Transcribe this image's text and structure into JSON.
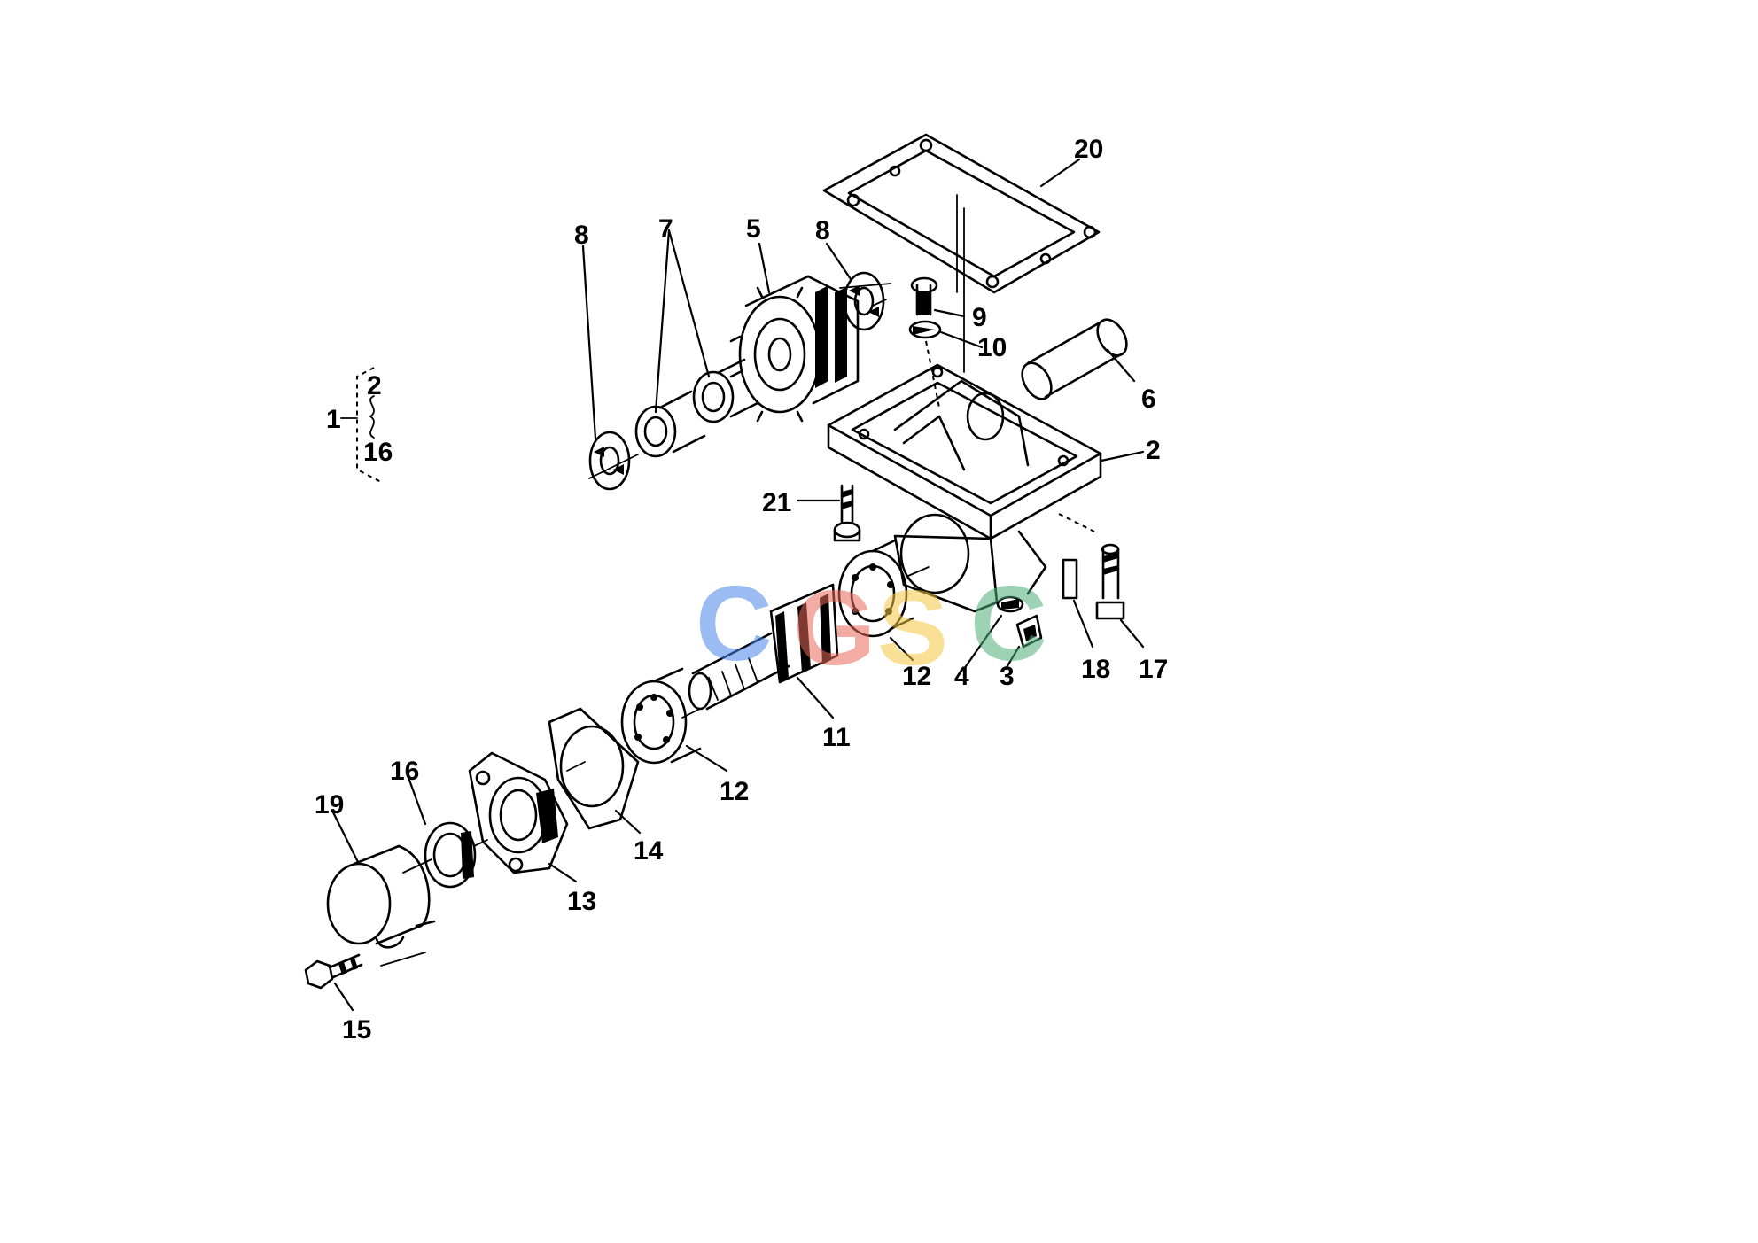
{
  "labels": {
    "l1": "1",
    "l2_grp": "2",
    "l16_grp": "16",
    "l2": "2",
    "l3": "3",
    "l4": "4",
    "l5": "5",
    "l6": "6",
    "l7": "7",
    "l8a": "8",
    "l8b": "8",
    "l9": "9",
    "l10": "10",
    "l11": "11",
    "l12a": "12",
    "l12b": "12",
    "l13": "13",
    "l14": "14",
    "l15": "15",
    "l16": "16",
    "l17": "17",
    "l18": "18",
    "l19": "19",
    "l20": "20",
    "l21": "21"
  },
  "watermark": {
    "letters": [
      "C",
      "G",
      "S",
      "C"
    ],
    "colors": [
      "#4a86e8",
      "#e86a5a",
      "#f5c842",
      "#4fae7a"
    ]
  }
}
